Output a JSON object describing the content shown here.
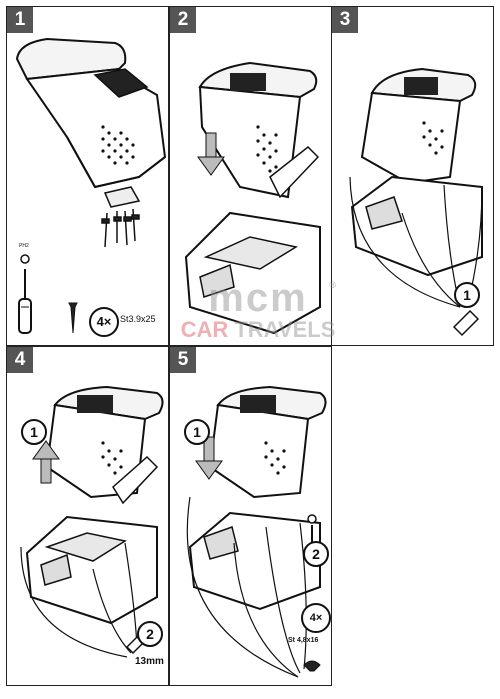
{
  "steps": [
    {
      "number": "1",
      "label": "1"
    },
    {
      "number": "2",
      "label": "2"
    },
    {
      "number": "3",
      "label": "3"
    },
    {
      "number": "4",
      "label": "4"
    },
    {
      "number": "5",
      "label": "5"
    }
  ],
  "step1": {
    "screw_qty": "4×",
    "screw_spec": "St3.9x25",
    "tool_label": "PH2"
  },
  "step3": {
    "callout": "1"
  },
  "step4": {
    "callout_1": "1",
    "callout_2": "2",
    "wrench_size": "13mm"
  },
  "step5": {
    "callout_1": "1",
    "callout_2": "2",
    "screw_qty": "4×",
    "screw_spec": "St 4,8x16"
  },
  "watermark": {
    "line1": "mcm",
    "line2_a": "CAR ",
    "line2_b": "TRAVELS",
    "reg": "®"
  }
}
